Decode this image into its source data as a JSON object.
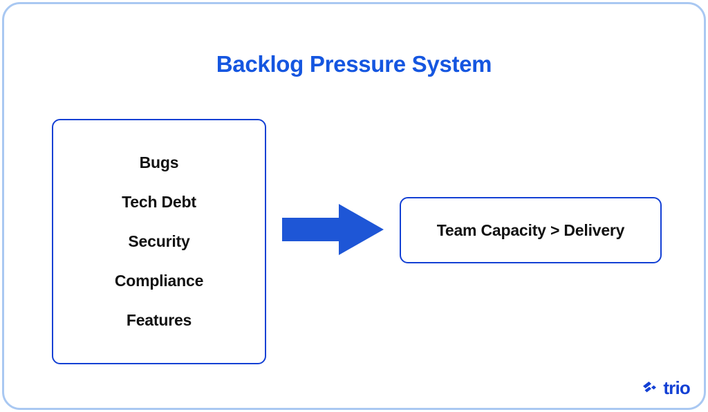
{
  "slide": {
    "title": "Backlog Pressure System",
    "background_color": "#ffffff",
    "frame_border_color": "#a9c8f2",
    "accent_color": "#1340d4",
    "title_color": "#1556e0",
    "text_color": "#111111"
  },
  "diagram": {
    "type": "flow",
    "source": {
      "name": "backlog-sources",
      "items": [
        {
          "label": "Bugs"
        },
        {
          "label": "Tech Debt"
        },
        {
          "label": "Security"
        },
        {
          "label": "Compliance"
        },
        {
          "label": "Features"
        }
      ]
    },
    "connector": {
      "icon": "right-arrow-icon",
      "direction": "right",
      "color": "#1e56d6"
    },
    "target": {
      "name": "outcome",
      "label": "Team Capacity > Delivery"
    }
  },
  "brand": {
    "name": "trio",
    "wordmark": "trio",
    "mark_icon": "trio-logo-mark",
    "color": "#1340d4"
  }
}
